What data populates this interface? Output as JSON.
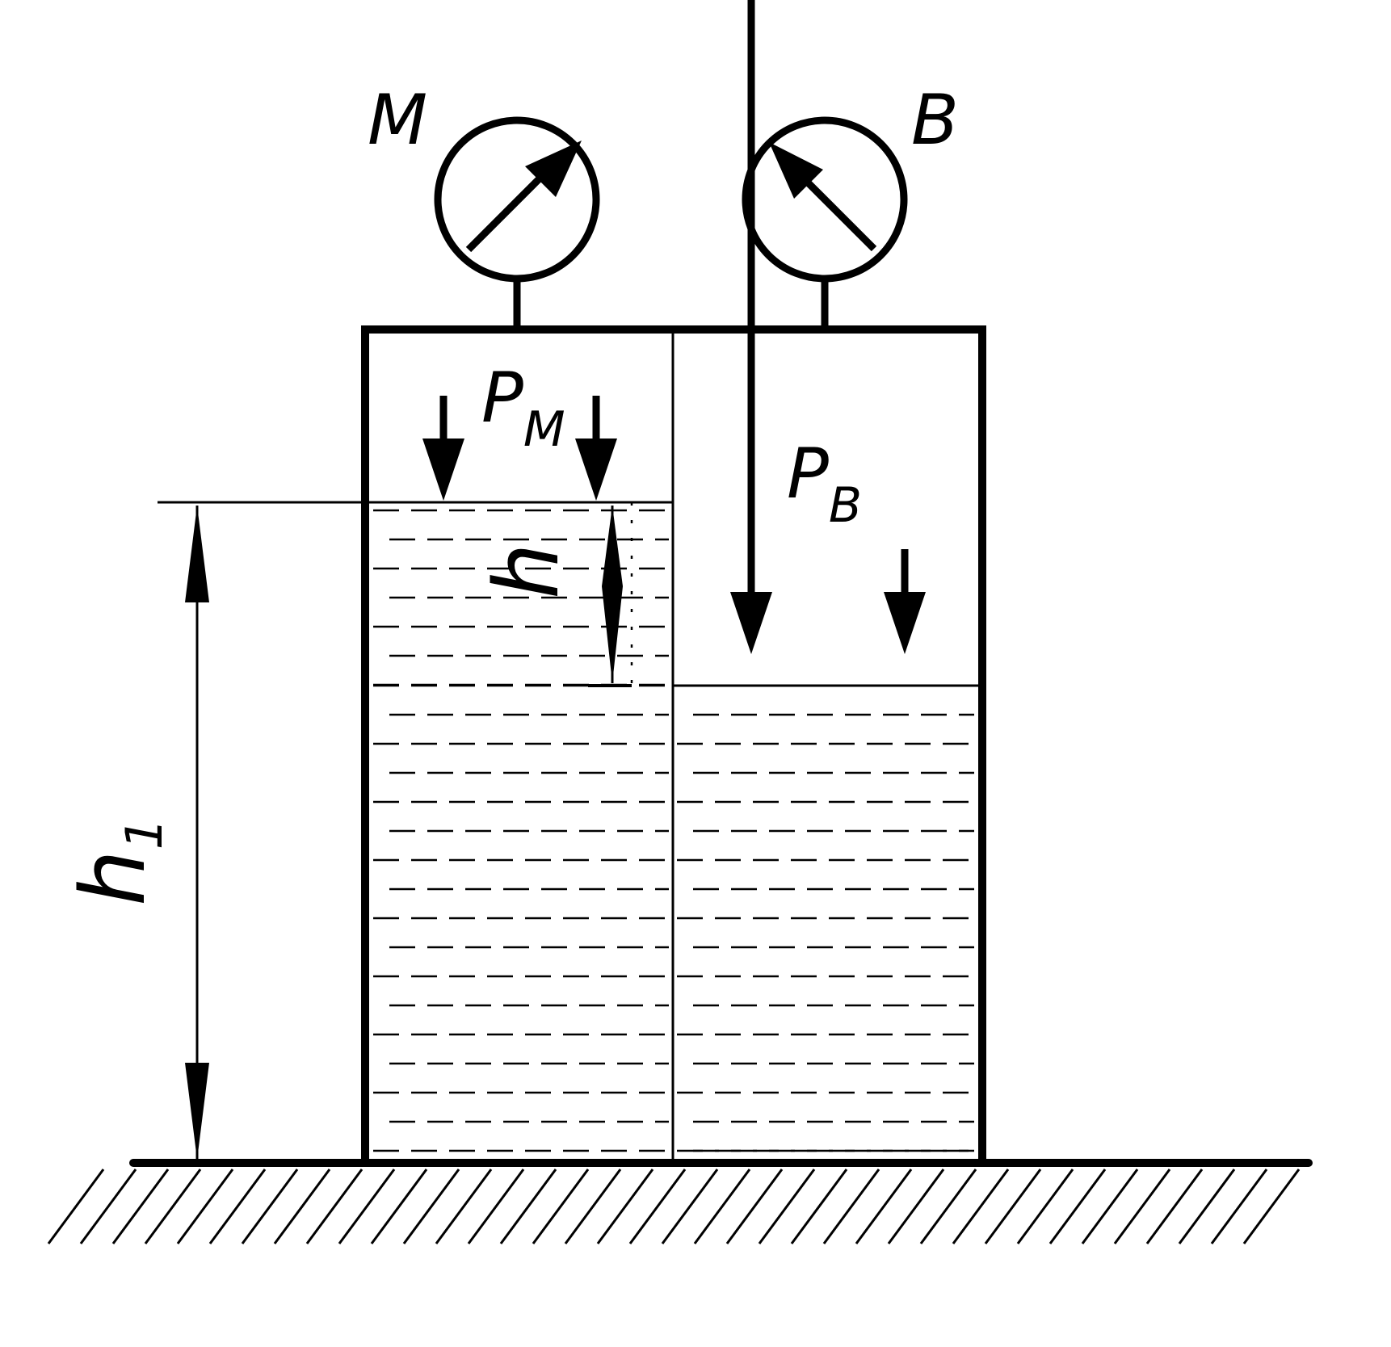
{
  "labels": {
    "manometer": "M",
    "vacuummeter": "B",
    "p_m_base": "P",
    "p_m_sub": "M",
    "p_v_base": "P",
    "p_v_sub": "B",
    "h": "h",
    "h1_base": "h",
    "h1_sub": "1"
  },
  "colors": {
    "ink": "#000000",
    "background": "#ffffff"
  }
}
